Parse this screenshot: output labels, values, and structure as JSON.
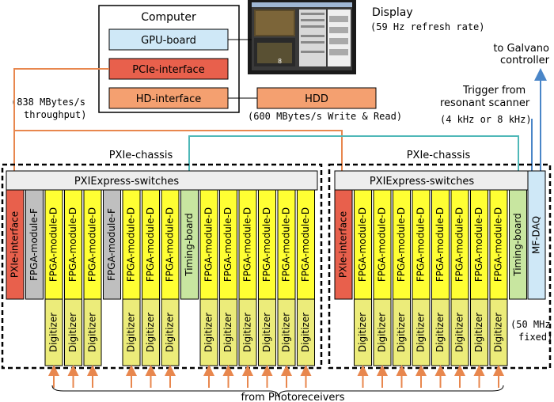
{
  "computer": {
    "title": "Computer",
    "gpu_board": "GPU-board",
    "pcie_interface": "PCIe-interface",
    "hd_interface": "HD-interface"
  },
  "display": {
    "title": "Display",
    "refresh_note": "(59 Hz refresh rate)",
    "screen_badge": "8"
  },
  "hdd": {
    "label": "HDD",
    "note": "(600 MBytes/s Write & Read)"
  },
  "throughput": {
    "line1": "(838 MBytes/s",
    "line2": "throughput)"
  },
  "galvano": {
    "line1": "to Galvano",
    "line2": "controller"
  },
  "trigger": {
    "line1": "Trigger from",
    "line2": "resonant scanner",
    "line3": "(4 kHz or 8 kHz)"
  },
  "chassis_left": {
    "title": "PXIe-chassis",
    "switches": "PXIExpress-switches",
    "modules": [
      "PXIe-interface",
      "FPGA-module-F",
      "FPGA-module-D",
      "FPGA-module-D",
      "FPGA-module-D",
      "FPGA-module-F",
      "FPGA-module-D",
      "FPGA-module-D",
      "FPGA-module-D",
      "Timing-board",
      "FPGA-module-D",
      "FPGA-module-D",
      "FPGA-module-D",
      "FPGA-module-D",
      "FPGA-module-D",
      "FPGA-module-D"
    ]
  },
  "chassis_right": {
    "title": "PXIe-chassis",
    "switches": "PXIExpress-switches",
    "modules": [
      "PXIe-interface",
      "FPGA-module-D",
      "FPGA-module-D",
      "FPGA-module-D",
      "FPGA-module-D",
      "FPGA-module-D",
      "FPGA-module-D",
      "FPGA-module-D",
      "FPGA-module-D",
      "Timing-board"
    ],
    "mf_daq": "MF-DAQ"
  },
  "digitizer_label": "Digitizer",
  "digitizer_note": {
    "line1": "(50 MHz",
    "line2": "fixed)"
  },
  "from_photoreceivers": "from Photoreceivers",
  "colors": {
    "red": "#e8604c",
    "orange": "#f4a070",
    "blue": "#cfe8f7",
    "yellow": "#ffff33",
    "digitizer": "#ecec7a",
    "gray": "#bfbfbf",
    "timing": "#c8e6a0",
    "switch_gray": "#ededed",
    "teal": "#4fb8b8",
    "orange_line": "#e8874e",
    "arrow_blue": "#4a86c8"
  }
}
